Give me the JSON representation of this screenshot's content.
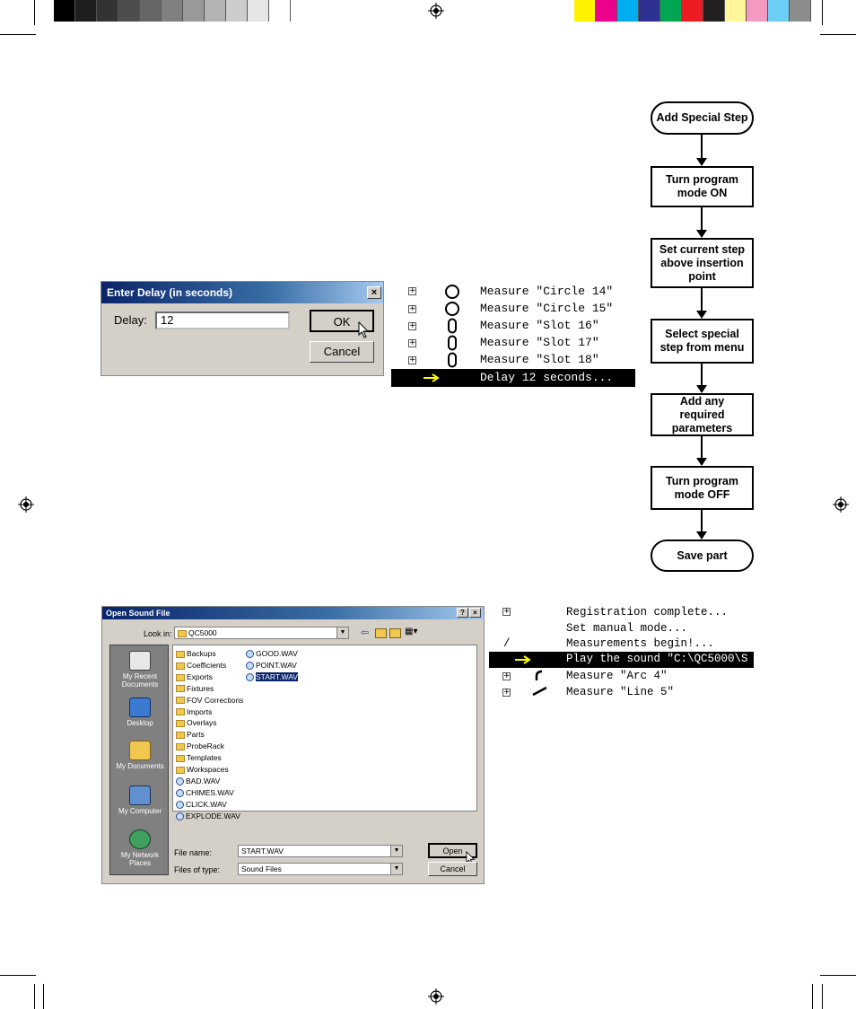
{
  "colors": {
    "swatches": [
      "#000000",
      "#1e1e1e",
      "#333333",
      "#4d4d4d",
      "#666666",
      "#808080",
      "#999999",
      "#b3b3b3",
      "#cccccc",
      "#e6e6e6",
      "#ffffff"
    ],
    "process": [
      "#fff200",
      "#ec008c",
      "#00aeef",
      "#2e3192",
      "#00a651",
      "#ed1c24",
      "#231f20",
      "#fff799",
      "#f49ac1",
      "#6dcff6",
      "#8c8c8c"
    ],
    "highlight": "#000000",
    "arrow": "#ffff00"
  },
  "flowchart": {
    "steps": [
      "Add Special Step",
      "Turn program mode ON",
      "Set current step above insertion point",
      "Select special step from menu",
      "Add any required parameters",
      "Turn program mode OFF",
      "Save part"
    ]
  },
  "delay_dialog": {
    "title": "Enter Delay (in seconds)",
    "close": "×",
    "label": "Delay:",
    "value": "12",
    "ok": "OK",
    "cancel": "Cancel"
  },
  "program_list_1": {
    "rows": [
      {
        "icon": "circle-icon",
        "text": "Measure \"Circle 14\""
      },
      {
        "icon": "circle-icon",
        "text": "Measure \"Circle 15\""
      },
      {
        "icon": "slot-icon",
        "text": "Measure \"Slot 16\""
      },
      {
        "icon": "slot-icon",
        "text": "Measure \"Slot 17\""
      },
      {
        "icon": "slot-icon",
        "text": "Measure \"Slot 18\""
      }
    ],
    "selected": "Delay 12 seconds..."
  },
  "sound_dialog": {
    "title": "Open Sound File",
    "help": "?",
    "close": "×",
    "look_in_label": "Look in:",
    "look_in_value": "QC5000",
    "places": [
      "My Recent Documents",
      "Desktop",
      "My Documents",
      "My Computer",
      "My Network Places"
    ],
    "folders": [
      "Backups",
      "Coefficients",
      "Exports",
      "Fixtures",
      "FOV Corrections",
      "Imports",
      "Overlays",
      "Parts",
      "ProbeRack",
      "Templates",
      "Workspaces"
    ],
    "files_col1": [
      "BAD.WAV",
      "CHIMES.WAV",
      "CLICK.WAV",
      "EXPLODE.WAV"
    ],
    "files_col2": [
      "GOOD.WAV",
      "POINT.WAV",
      "START.WAV"
    ],
    "file_name_label": "File name:",
    "file_name_value": "START.WAV",
    "file_type_label": "Files of type:",
    "file_type_value": "Sound Files",
    "open": "Open",
    "cancel": "Cancel"
  },
  "program_list_2": {
    "rows": [
      {
        "marker": "plus",
        "text": "Registration complete..."
      },
      {
        "marker": "none",
        "text": "Set manual mode..."
      },
      {
        "marker": "slash",
        "text": "Measurements begin!..."
      }
    ],
    "selected": "Play the sound \"C:\\QC5000\\S",
    "after": [
      {
        "icon": "arc-icon",
        "text": "Measure \"Arc 4\""
      },
      {
        "icon": "line-icon",
        "text": "Measure \"Line 5\""
      }
    ],
    "slash": "/"
  }
}
